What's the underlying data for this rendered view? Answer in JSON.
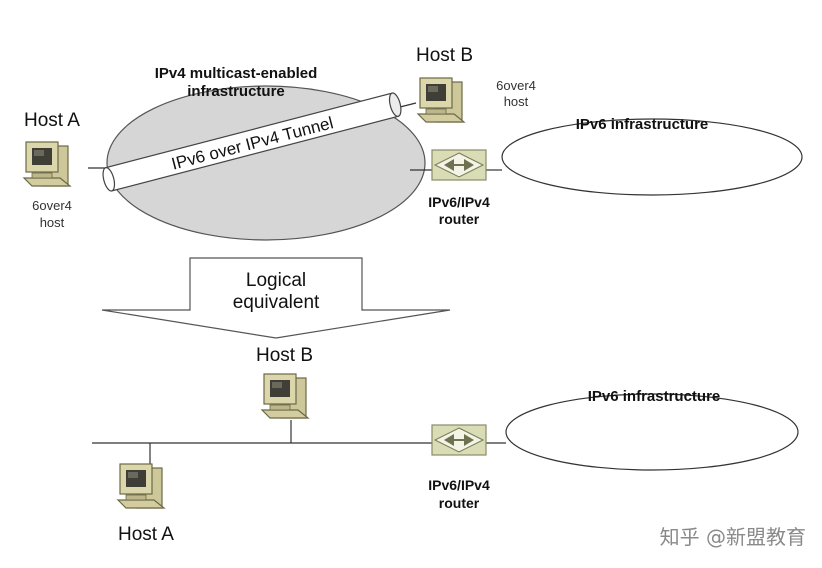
{
  "top": {
    "multicast_label_line1": "IPv4 multicast-enabled",
    "multicast_label_line2": "infrastructure",
    "tunnel_label": "IPv6 over IPv4 Tunnel",
    "host_a": {
      "name": "Host A",
      "type_line1": "6over4",
      "type_line2": "host"
    },
    "host_b": {
      "name": "Host B",
      "type_line1": "6over4",
      "type_line2": "host"
    },
    "ipv6_infra_label": "IPv6 infrastructure",
    "router_label_line1": "IPv6/IPv4",
    "router_label_line2": "router"
  },
  "arrow": {
    "line1": "Logical",
    "line2": "equivalent"
  },
  "bottom": {
    "host_a_name": "Host A",
    "host_b_name": "Host B",
    "ipv6_infra_label": "IPv6 infrastructure",
    "router_label_line1": "IPv6/IPv4",
    "router_label_line2": "router"
  },
  "watermark": "知乎 @新盟教育",
  "colors": {
    "cloud_fill": "#d6d6d6",
    "host_body": "#d8d3a5",
    "host_dark": "#7c7a58",
    "screen": "#3f3f38",
    "router_fill": "#d9dcb4"
  }
}
